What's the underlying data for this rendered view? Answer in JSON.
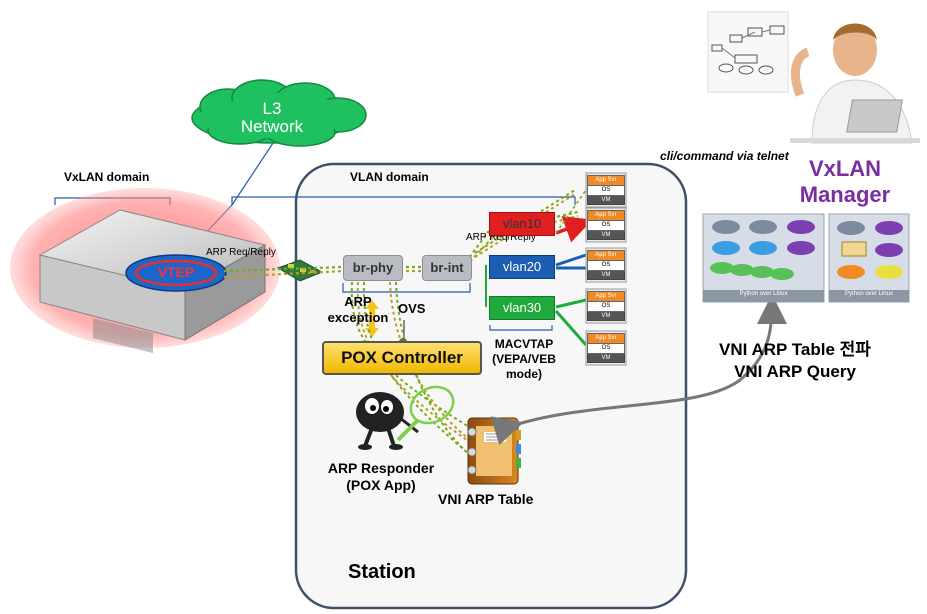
{
  "cloud": {
    "line1": "L3",
    "line2": "Network",
    "color": "#1fc060"
  },
  "vxlan_domain": {
    "label": "VxLAN  domain"
  },
  "vlan_domain": {
    "label": "VLAN domain"
  },
  "vtep": {
    "label": "VTEP"
  },
  "arp_req_reply_left": "ARP  Req/Reply",
  "arp_req_reply_right": "ARP  Req/Reply",
  "bridges": {
    "br_phy": "br-phy",
    "br_int": "br-int"
  },
  "vlans": [
    {
      "label": "vlan10",
      "color": "#e02020"
    },
    {
      "label": "vlan20",
      "color": "#1a5fb4"
    },
    {
      "label": "vlan30",
      "color": "#1faa3c"
    }
  ],
  "arp_exception": {
    "line1": "ARP",
    "line2": "exception"
  },
  "ovs_label": "OVS",
  "pox_controller": "POX Controller",
  "macvtap": {
    "line1": "MACVTAP",
    "line2": "(VEPA/VEB",
    "line3": "mode)"
  },
  "arp_responder": {
    "line1": "ARP Responder",
    "line2": "(POX App)"
  },
  "vni_arp_table": "VNI ARP Table",
  "station": "Station",
  "vm_card": {
    "app": "App Svr",
    "os": "OS",
    "vm": "VM"
  },
  "cli_caption": "cli/command via telnet",
  "manager": {
    "line1": "VxLAN",
    "line2": "Manager",
    "color": "#7a2fa0"
  },
  "manager_panel_footer_left": "Python over Linux",
  "manager_panel_footer_right": "Python over Linux",
  "vni_text": {
    "line1": "VNI ARP Table 전파",
    "line2": "VNI ARP Query"
  }
}
